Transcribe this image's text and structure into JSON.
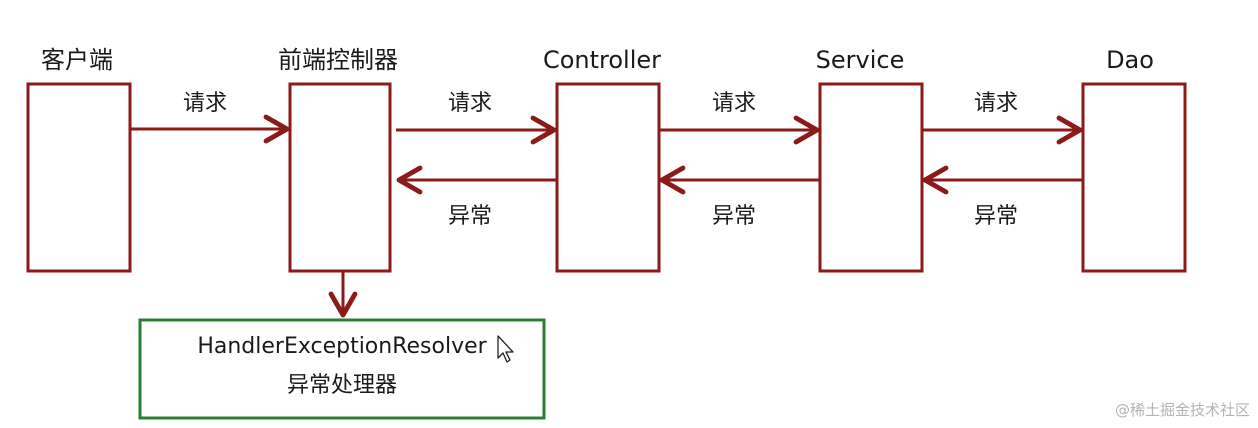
{
  "nodes": {
    "client": {
      "label": "客户端"
    },
    "front_controller": {
      "label": "前端控制器"
    },
    "controller": {
      "label": "Controller"
    },
    "service": {
      "label": "Service"
    },
    "dao": {
      "label": "Dao"
    }
  },
  "arrows": {
    "request_label": "请求",
    "exception_label": "异常"
  },
  "resolver": {
    "title": "HandlerExceptionResolver",
    "subtitle": "异常处理器"
  },
  "watermark": "@稀土掘金技术社区",
  "colors": {
    "box_border": "#8b1a1a",
    "arrow": "#8b1a1a",
    "resolver_border": "#2e7d32",
    "text": "#1a1a1a"
  }
}
